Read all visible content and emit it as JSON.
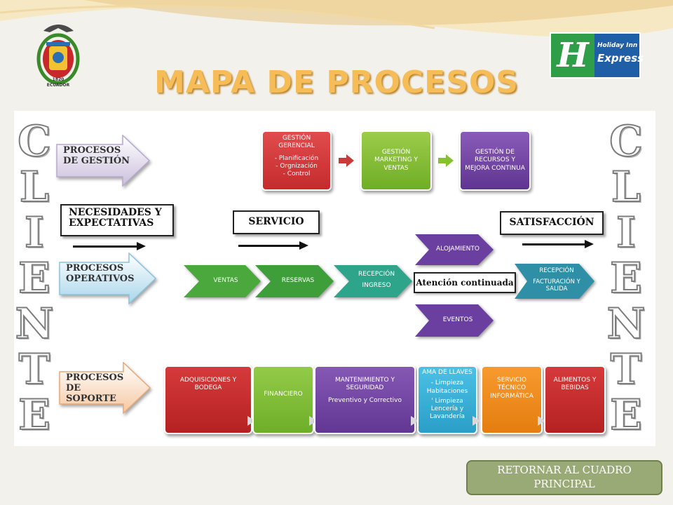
{
  "title": "MAPA DE PROCESOS",
  "logos": {
    "left_seal_caption_1": "1820",
    "left_seal_caption_2": "ECUADOR",
    "right_brand_line1": "Holiday Inn",
    "right_brand_line2": "Express"
  },
  "side_word_letters": [
    "C",
    "L",
    "I",
    "E",
    "N",
    "T",
    "E"
  ],
  "categories": {
    "gestion": "PROCESOS DE GESTIÓN",
    "operativos": "PROCESOS OPERATIVOS",
    "soporte": "PROCESOS DE SOPORTE"
  },
  "headers": {
    "necesidades": "NECESIDADES Y EXPECTATIVAS",
    "servicio": "SERVICIO",
    "satisfaccion": "SATISFACCIÓN"
  },
  "management": {
    "gerencial_title": "GESTIÓN GERENCIAL",
    "gerencial_items": [
      "- Planificación",
      "- Orgnización",
      "- Control"
    ],
    "marketing": "GESTIÓN MARKETING Y VENTAS",
    "recursos": "GESTIÓN DE RECURSOS Y MEJORA CONTINUA"
  },
  "operations": {
    "ventas": "VENTAS",
    "reservas": "RESERVAS",
    "recepcion_ingreso_1": "RECEPCIÓN",
    "recepcion_ingreso_2": "INGRESO",
    "alojamiento": "ALOJAMIENTO",
    "atencion": "Atención continuada",
    "eventos": "EVENTOS",
    "recepcion_salida_1": "RECEPCIÓN",
    "recepcion_salida_2": "FACTURACIÓN Y SALIDA"
  },
  "support": {
    "adquisiciones": "ADQUISICIONES Y BODEGA",
    "financiero": "FINANCIERO",
    "mantenimiento": "MANTENIMIENTO Y SEGURIDAD",
    "mantenimiento_sub": "Preventivo y Correctivo",
    "ama_title": "AMA DE LLAVES",
    "ama_item1": "- Limpieza Habitaciones",
    "ama_item2": "' Limpieza Lencería y Lavandería",
    "servicio_tecnico": "SERVICIO TÉCNICO INFORMÁTICA",
    "alimentos": "ALIMENTOS Y BEBIDAS"
  },
  "button": {
    "retornar": "RETORNAR AL CUADRO PRINCIPAL"
  },
  "colors": {
    "title": "#f6bc57",
    "gerencial": "#d9383a",
    "marketing": "#86c12f",
    "recursos": "#7446a7",
    "ventas": "#4aa83c",
    "recepcion": "#2ea58a",
    "alojamiento": "#6b3fa0",
    "salida": "#2e8fa6",
    "adquisiciones": "#c8292a",
    "financiero": "#7fc13a",
    "mantenimiento": "#7141a0",
    "ama": "#33b0d8",
    "servicio_tecnico": "#f28c1b",
    "alimentos": "#c8292a",
    "button": "#9aaa76"
  }
}
